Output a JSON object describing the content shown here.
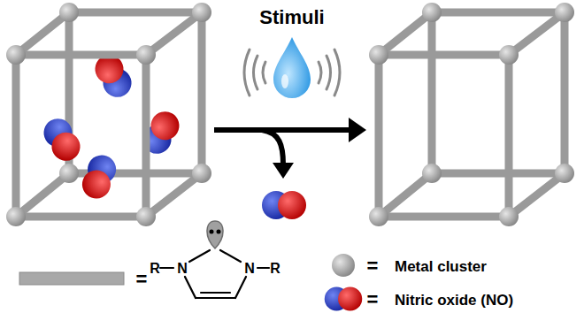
{
  "diagram": {
    "labels": [
      "Stimuli",
      "=",
      "R",
      "N",
      "N",
      "R",
      "=",
      "="
    ],
    "legend": [
      {
        "text": "Metal cluster"
      },
      {
        "text": "Nitric oxide (NO)"
      }
    ]
  }
}
